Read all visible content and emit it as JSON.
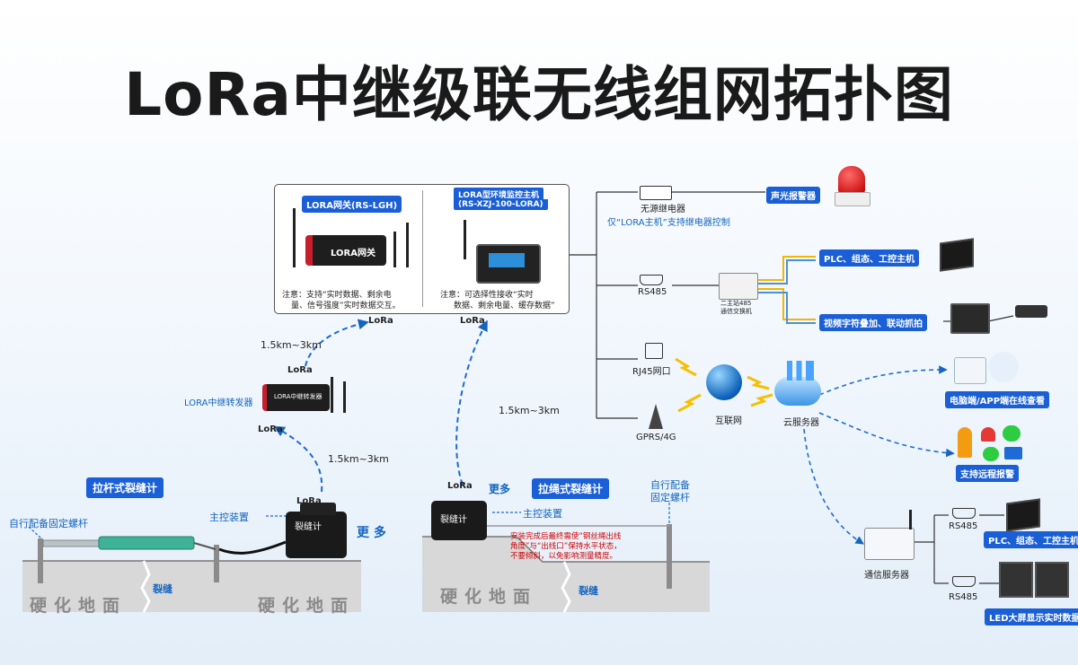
{
  "title": "LoRa中继级联无线组网拓扑图",
  "gateway": {
    "header": "LORA网关(RS-LGH)",
    "device_label": "LORA网关",
    "note_line1": "注意：支持“实时数据、剩余电",
    "note_line2": "量、信号强度”实时数据交互。"
  },
  "host": {
    "header_line1": "LORA型环境监控主机",
    "header_line2": "(RS-XZJ-100-LORA)",
    "note_line1": "注意：可选择性接收“实时",
    "note_line2": "数据、剩余电量、缓存数据”"
  },
  "lora_badge": "LoRa",
  "repeater": {
    "label": "LORA中继转发器",
    "device_text": "LORA中继转发器"
  },
  "distances": {
    "d1": "1.5km~3km",
    "d2": "1.5km~3km",
    "d3": "1.5km~3km"
  },
  "left_scene": {
    "tag": "拉杆式裂缝计",
    "fixed_bolt": "自行配备固定螺杆",
    "controller": "主控装置",
    "more": "更 多",
    "device_label": "裂缝计",
    "crack": "裂缝",
    "ground_left": "硬化地面",
    "ground_right": "硬化地面"
  },
  "right_scene": {
    "tag": "拉绳式裂缝计",
    "more": "更多",
    "fixed_bolt_line1": "自行配备",
    "fixed_bolt_line2": "固定螺杆",
    "controller": "主控装置",
    "device_label": "裂缝计",
    "warning_line1": "安装完成后最终需使“钢丝绳出线",
    "warning_line2": "角度”与“出线口”保持水平状态，",
    "warning_line3": "不要倾斜，以免影响测量精度。",
    "crack": "裂缝",
    "ground": "硬化地面"
  },
  "outputs": {
    "relay_label": "无源继电器",
    "relay_note": "仅“LORA主机”支持继电器控制",
    "alarm_tag": "声光报警器",
    "rs485": "RS485",
    "switch_line1": "二主站485",
    "switch_line2": "通信交换机",
    "plc_tag": "PLC、组态、工控主机",
    "video_tag": "视频字符叠加、联动抓拍",
    "rj45": "RJ45网口",
    "gprs": "GPRS/4G",
    "internet": "互联网",
    "cloud": "云服务器",
    "pc_app_tag": "电脑端/APP端在线查看",
    "remote_alarm_tag": "支持远程报警",
    "comm_server": "通信服务器",
    "server_rs485_a": "RS485",
    "server_rs485_b": "RS485",
    "server_plc_tag": "PLC、组态、工控主机",
    "led_tag": "LED大屏显示实时数据"
  }
}
